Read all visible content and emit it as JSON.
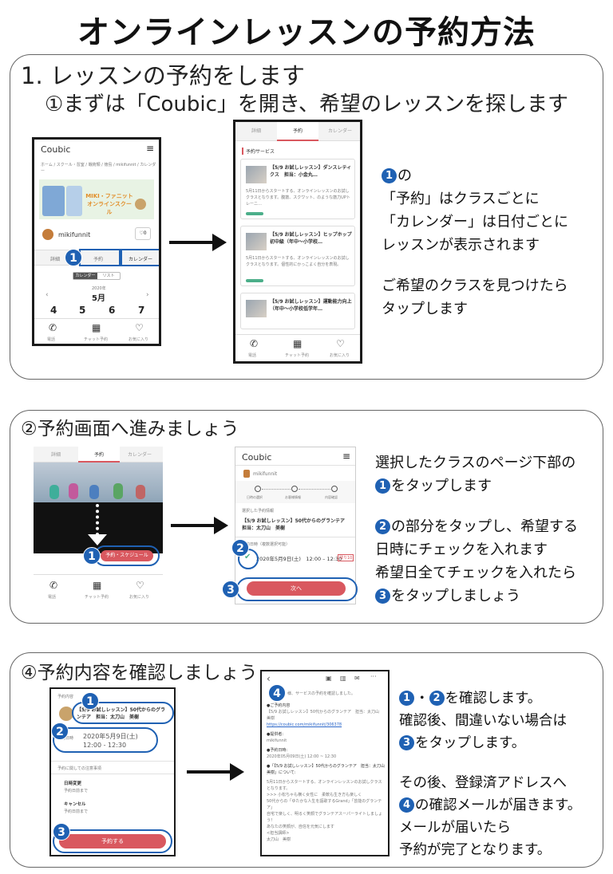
{
  "title": "オンラインレッスンの予約方法",
  "section1": {
    "heading": "1. レッスンの予約をします",
    "subheading": "①まずは「Coubic」を開き、希望のレッスンを探します",
    "desc": [
      "の",
      "「予約」はクラスごとに",
      "「カレンダー」は日付ごとに",
      "レッスンが表示されます",
      "",
      "ご希望のクラスを見つけたら",
      "タップします"
    ],
    "phoneA": {
      "logo": "Coubic",
      "breadcrumb": "ホーム / スクール・習室 / 戦術類 / 徳島 / mikifunnit / カレンダー",
      "banner_text": "MIKI・ファニット オンラインスクール",
      "account": "mikifunnit",
      "heart": "0",
      "tabs": [
        "詳細",
        "予約",
        "カレンダー"
      ],
      "toggle": [
        "カレンダー",
        "リスト"
      ],
      "year": "2020年",
      "month": "5月",
      "days": [
        "4",
        "5",
        "6",
        "7"
      ],
      "nav": [
        "電話",
        "チャット予約",
        "お気に入り"
      ]
    },
    "phoneB": {
      "tabs": [
        "詳細",
        "予約",
        "カレンダー"
      ],
      "section_label": "予約サービス",
      "lessons": [
        {
          "title": "【5/9 お試しレッスン】ダンスレティクス　担当：小金丸…",
          "body": "5月11日からスタートする、オンラインレッスンのお試しクラスとなります。腹筋、スクワット、のような筋力UPトレーニ…"
        },
        {
          "title": "【5/9 お試しレッスン】ヒップホップ初中級（年中〜小学校…",
          "body": "5月11日からスタートする、オンラインレッスンのお試しクラスとなります。個性的にかっこよく自分を表現。"
        },
        {
          "title": "【5/9 お試しレッスン】運動能力向上（年中〜小学校低学年…",
          "body": ""
        }
      ],
      "nav": [
        "電話",
        "チャット予約",
        "お気に入り"
      ]
    }
  },
  "section2": {
    "heading": "②予約画面へ進みましょう",
    "desc1": [
      "選択したクラスのページ下部の",
      "をタップします"
    ],
    "desc2": [
      "の部分をタップし、希望する",
      "日時にチェックを入れます",
      "希望日全てチェックを入れたら",
      "をタップしましょう"
    ],
    "phoneA": {
      "tabs": [
        "詳細",
        "予約",
        "カレンダー"
      ],
      "button": "予約・スケジュール",
      "nav": [
        "電話",
        "チャット予約",
        "お気に入り"
      ]
    },
    "phoneB": {
      "logo": "Coubic",
      "account": "mikifunnit",
      "steps": [
        "日時の選択",
        "お客様情報",
        "内容確認"
      ],
      "label1": "選択した予約情報",
      "lesson": "【5/9 お試しレッスン】50代からのグランテア　担当：太刀山　美樹",
      "label2": "予約日時（複数選択可能）",
      "date": "2020年5月9日(土)　12:00 – 12:30",
      "seats": "残り10",
      "next": "次へ"
    }
  },
  "section3": {
    "heading": "④予約内容を確認しましょう",
    "desc1": [
      "・",
      "を確認します。",
      "確認後、間違いない場合は",
      "をタップします。"
    ],
    "desc2": [
      "その後、登録済アドレスへ",
      "の確認メールが届きます。",
      "メールが届いたら",
      "予約が完了となります。"
    ],
    "phoneA": {
      "label": "予約内容",
      "lesson": "【5/9 お試しレッスン】50代からのグラ ンテア　担当：太刀山　美樹",
      "date_label": "予約日時",
      "date": "2020年5月9日(土)",
      "time": "12:00 - 12:30",
      "policy": "予約に関しての注意事項",
      "change_label": "日時変更",
      "change_val": "予約日前まで",
      "cancel_label": "キャンセル",
      "cancel_val": "予約日前まで",
      "button": "予約する"
    },
    "phoneB": {
      "lines": [
        "様、サービスの予約を確認しました。",
        "●ご予約内容",
        "【5/9 お試しレッスン】50代からのグランテア　担当：太刀山　美樹",
        "https://coubic.com/mikifunnit/306378",
        "●提供者:",
        "mikifunnit",
        "●予約日時:",
        "2020年05月09日(土) 12:00 ~ 12:30",
        "●「【5/9 お試しレッスン】50代からのグランテア　担当：太刀山　美樹」について:",
        "5月11日からスタートする、オンラインレッスンのお試しクラスとなります。",
        ">>> 小松ちゃも横く女性に　柔軟も生き方も楽しく",
        "50代からの「ゆたかな人生を謳歌するGrand」「芸能のグランテア」",
        "自宅で楽しく、明るく笑顔でグランテアスーパーライトしましょう！",
        "あなたの笑顔が、自信を元気にします",
        "<担当講師>",
        "太刀山　美樹"
      ]
    }
  }
}
